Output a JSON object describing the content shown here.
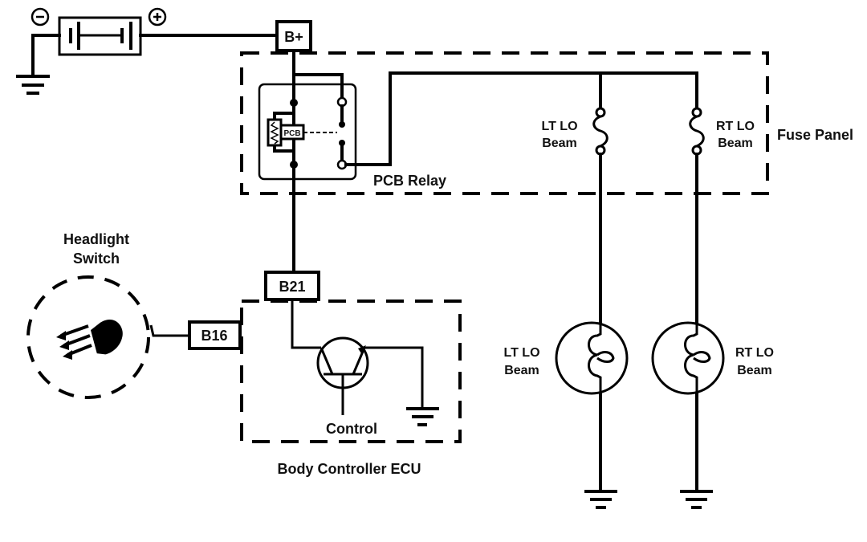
{
  "battery": {
    "negative_symbol": "⊖",
    "positive_symbol": "⊕",
    "negative_label": "−",
    "positive_label": "+"
  },
  "connectors": {
    "b_plus": "B+",
    "b21": "B21",
    "b16": "B16"
  },
  "relay": {
    "label": "PCB Relay",
    "chip_label": "PCB"
  },
  "fuse_panel": {
    "label": "Fuse Panel",
    "fuses": [
      {
        "line1": "LT LO",
        "line2": "Beam"
      },
      {
        "line1": "RT LO",
        "line2": "Beam"
      }
    ]
  },
  "headlight_switch": {
    "line1": "Headlight",
    "line2": "Switch",
    "icon": "headlight-low-beam-icon"
  },
  "ecu": {
    "label": "Body Controller ECU",
    "control_label": "Control"
  },
  "lamps": [
    {
      "line1": "LT LO",
      "line2": "Beam"
    },
    {
      "line1": "RT LO",
      "line2": "Beam"
    }
  ],
  "colors": {
    "line": "#000000",
    "text": "#111111",
    "background": "#ffffff"
  }
}
